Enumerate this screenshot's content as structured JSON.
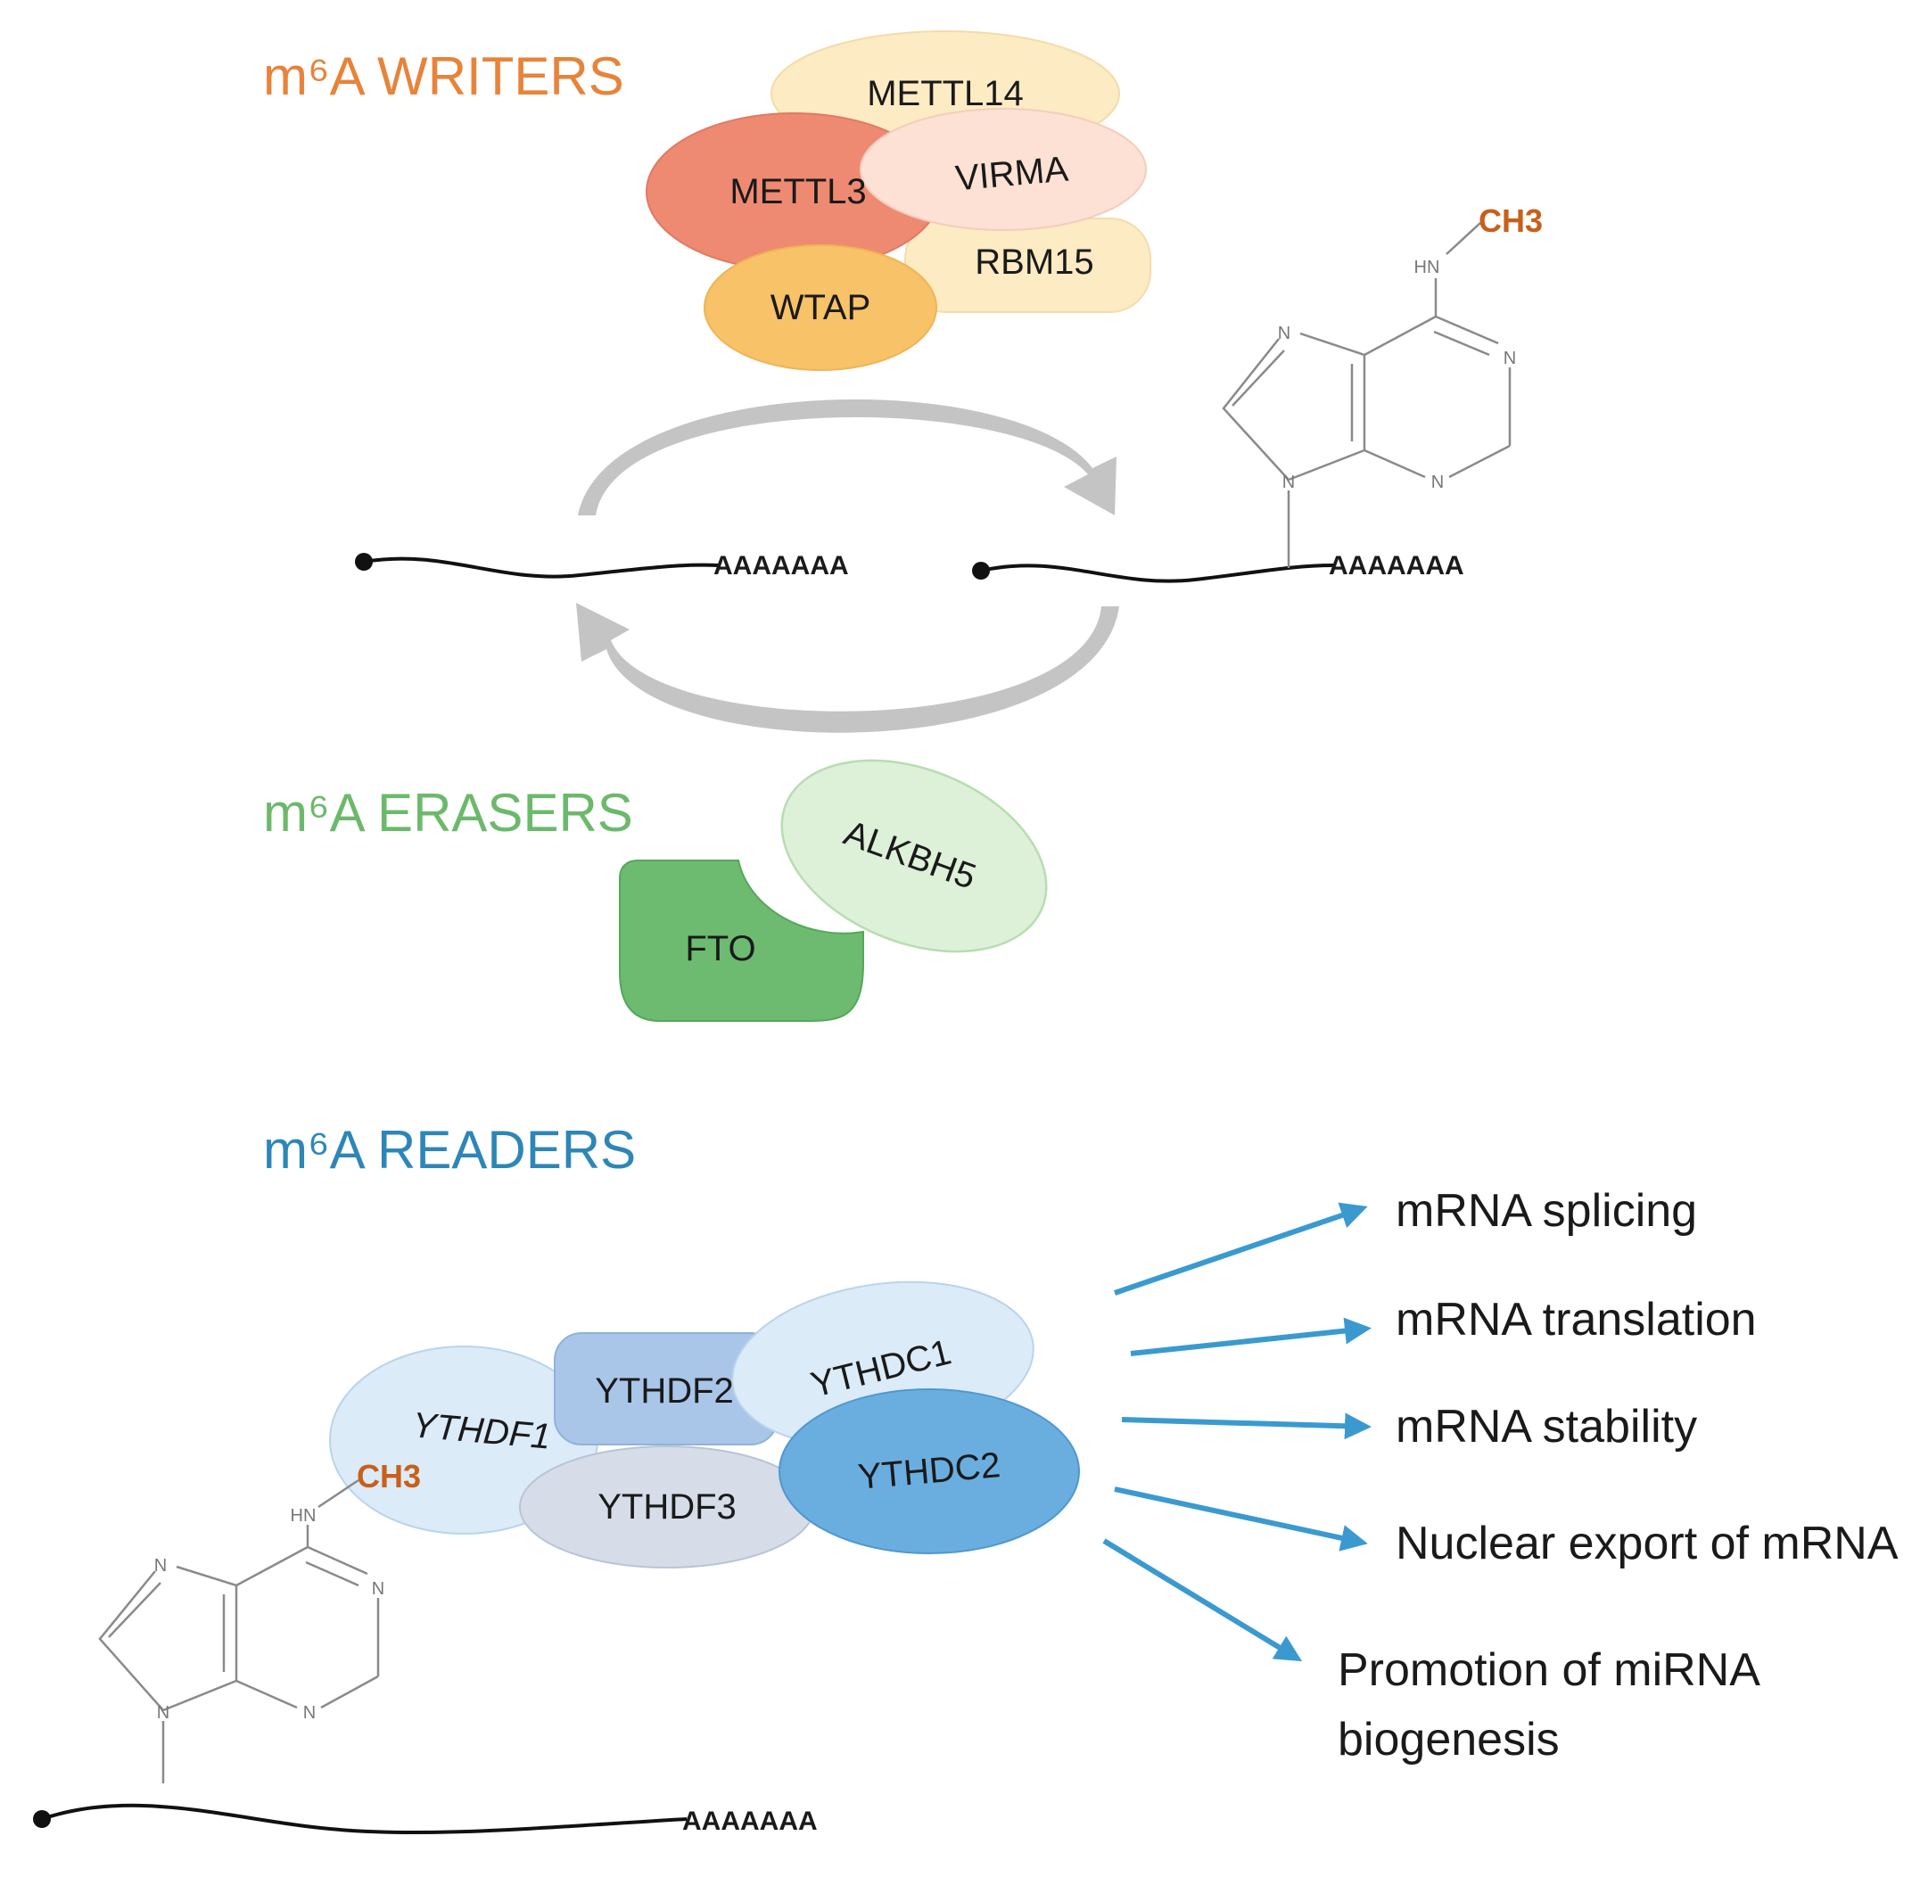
{
  "writers": {
    "title": "m⁶A WRITERS",
    "proteins": {
      "mettl14": "METTL14",
      "mettl3": "METTL3",
      "virma": "VIRMA",
      "rbm15": "RBM15",
      "wtap": "WTAP"
    }
  },
  "erasers": {
    "title": "m⁶A ERASERS",
    "proteins": {
      "fto": "FTO",
      "alkbh5": "ALKBH5"
    }
  },
  "readers": {
    "title": "m⁶A READERS",
    "proteins": {
      "ythdf1": "YTHDF1",
      "ythdf2": "YTHDF2",
      "ythdf3": "YTHDF3",
      "ythdc1": "YTHDC1",
      "ythdc2": "YTHDC2"
    }
  },
  "molecule": {
    "methyl": "CH3",
    "amine": "HN",
    "nitrogen": "N"
  },
  "rna": {
    "poly_a": "AAAAAAA"
  },
  "outcomes": [
    "mRNA splicing",
    "mRNA translation",
    "mRNA stability",
    "Nuclear export of mRNA",
    "Promotion of miRNA",
    "biogenesis"
  ],
  "colors": {
    "writers_title": "#E8833A",
    "erasers_title": "#6CB96C",
    "readers_title": "#2E86B8",
    "methyl": "#C8601A",
    "arrow_blue": "#3A9AD0",
    "cycle_arrow": "#BDBDBD"
  }
}
